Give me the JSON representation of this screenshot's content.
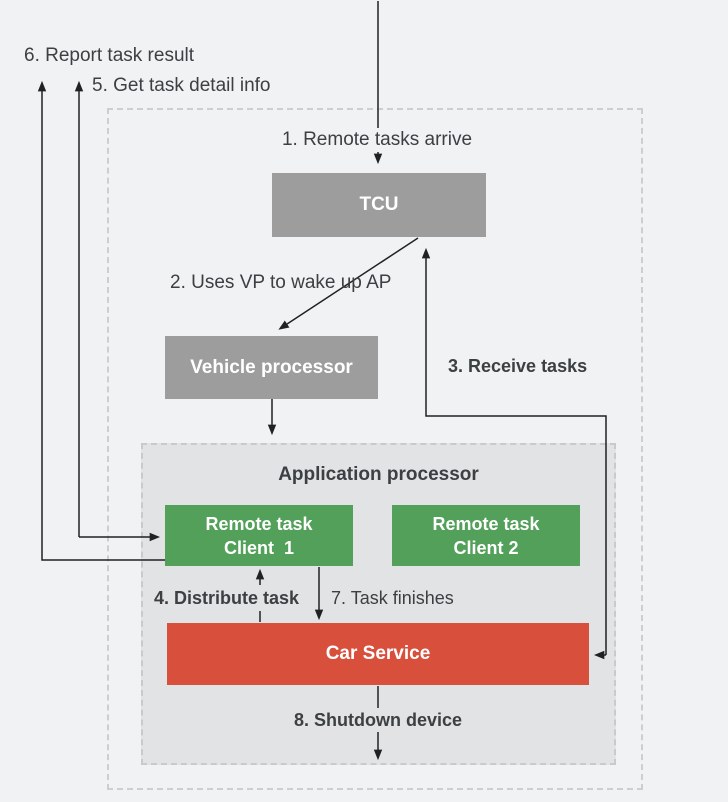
{
  "diagram": {
    "nodes": {
      "tcu": {
        "label": "TCU"
      },
      "vehicle_processor": {
        "label": "Vehicle processor"
      },
      "application_processor": {
        "label": "Application processor"
      },
      "remote_task_client_1": {
        "label": "Remote task\nClient  1"
      },
      "remote_task_client_2": {
        "label": "Remote task\nClient 2"
      },
      "car_service": {
        "label": "Car Service"
      }
    },
    "steps": {
      "s1": "1. Remote tasks arrive",
      "s2": "2. Uses VP to wake up AP",
      "s3": "3. Receive tasks",
      "s4": "4. Distribute task",
      "s5": "5. Get task detail info",
      "s6": "6. Report task result",
      "s7": "7. Task finishes",
      "s8": "8. Shutdown device"
    },
    "colors": {
      "background": "#f1f2f3",
      "processor_gray": "#9d9d9d",
      "client_green": "#52a05a",
      "service_red": "#d8503c",
      "app_box_fill": "#e2e3e4",
      "line": "#202124",
      "text": "#3c4043"
    }
  }
}
